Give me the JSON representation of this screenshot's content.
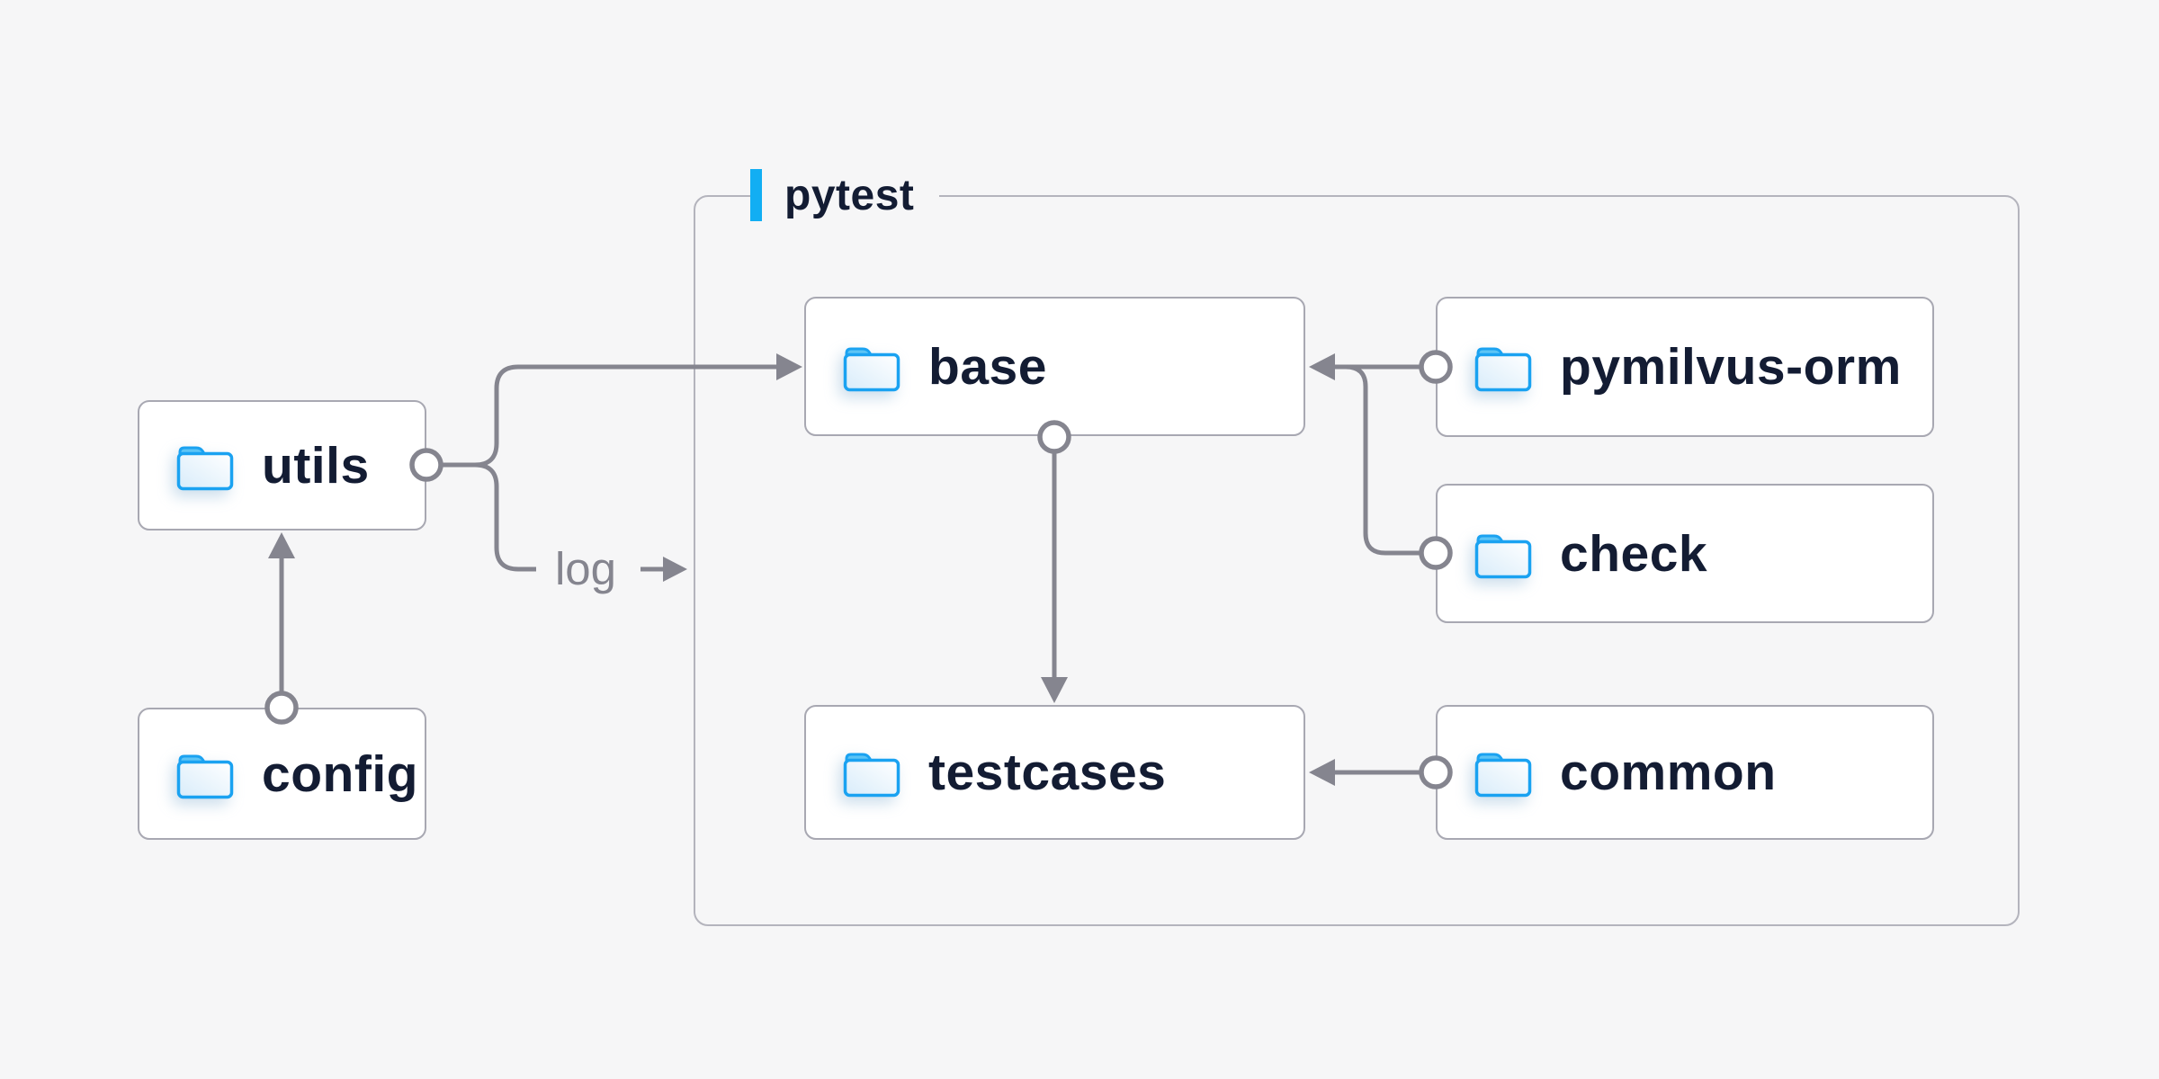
{
  "diagram": {
    "group": {
      "label": "pytest",
      "accent_color": "#12aef3"
    },
    "nodes": [
      {
        "id": "utils",
        "label": "utils",
        "icon": "folder-icon"
      },
      {
        "id": "config",
        "label": "config",
        "icon": "folder-icon"
      },
      {
        "id": "base",
        "label": "base",
        "icon": "folder-icon"
      },
      {
        "id": "testcases",
        "label": "testcases",
        "icon": "folder-icon"
      },
      {
        "id": "pymilvus-orm",
        "label": "pymilvus-orm",
        "icon": "folder-icon"
      },
      {
        "id": "check",
        "label": "check",
        "icon": "folder-icon"
      },
      {
        "id": "common",
        "label": "common",
        "icon": "folder-icon"
      }
    ],
    "edges": [
      {
        "from": "config",
        "to": "utils",
        "label": ""
      },
      {
        "from": "utils",
        "to": "base",
        "label": ""
      },
      {
        "from": "utils",
        "to": "pytest",
        "label": "log"
      },
      {
        "from": "pymilvus-orm",
        "to": "base",
        "label": ""
      },
      {
        "from": "check",
        "to": "base",
        "label": ""
      },
      {
        "from": "base",
        "to": "testcases",
        "label": ""
      },
      {
        "from": "common",
        "to": "testcases",
        "label": ""
      }
    ],
    "log_label": "log",
    "colors": {
      "background": "#f6f6f7",
      "node_fill": "#ffffff",
      "node_border": "#a8a8b2",
      "group_border": "#b4b4bd",
      "connector": "#85858f",
      "label_text": "#131c33",
      "muted_text": "#85858f",
      "folder_blue": "#1aa2f1"
    }
  }
}
